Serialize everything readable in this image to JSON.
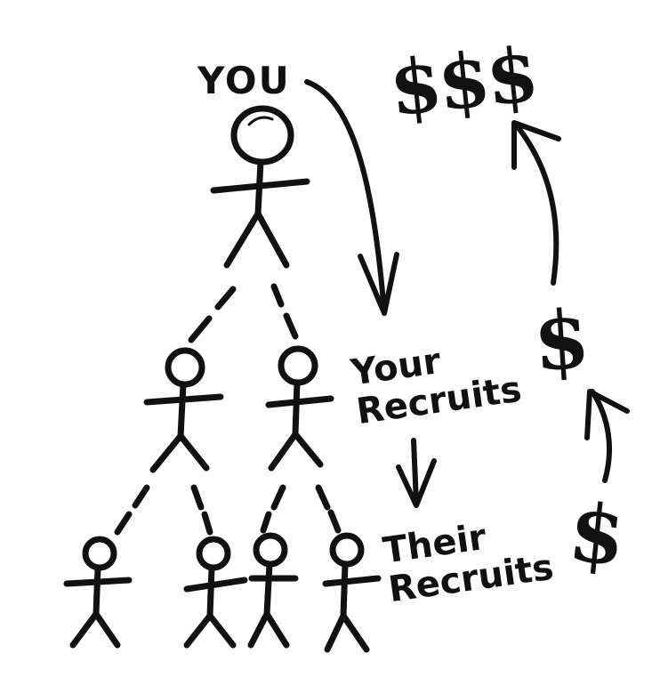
{
  "labels": {
    "you": "YOU",
    "your_recruits_line1": "Your",
    "your_recruits_line2": "Recruits",
    "their_recruits_line1": "Their",
    "their_recruits_line2": "Recruits"
  },
  "money": {
    "top": "$$$",
    "middle": "$",
    "bottom": "$"
  },
  "colors": {
    "ink": "#111111",
    "paper": "#fefefe"
  }
}
